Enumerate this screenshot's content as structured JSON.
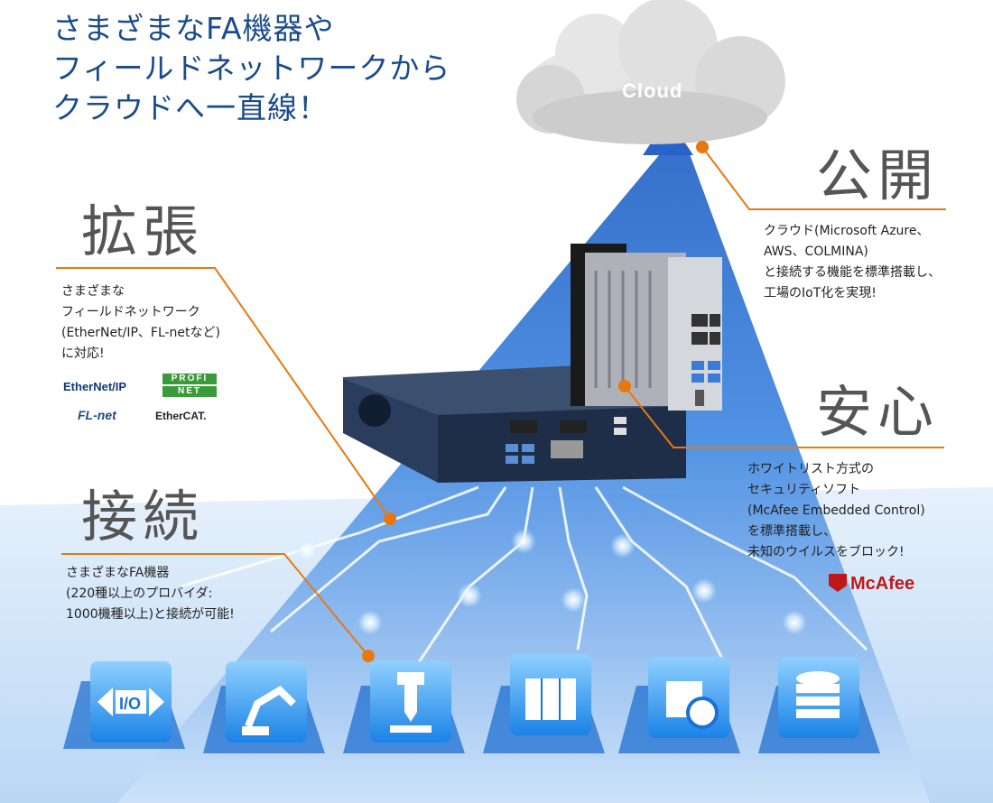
{
  "headline": {
    "line1": "さまざまなFA機器や",
    "line2": "フィールドネットワークから",
    "line3": "クラウドへ一直線！"
  },
  "cloud": {
    "label": "Cloud"
  },
  "sections": {
    "expand": {
      "title": "拡張",
      "lines": [
        "さまざまな",
        "フィールドネットワーク",
        "(EtherNet/IP、FL-netなど)",
        "に対応!"
      ]
    },
    "publish": {
      "title": "公開",
      "lines": [
        "クラウド(Microsoft Azure、",
        "AWS、COLMINA)",
        "と接続する機能を標準搭載し、",
        "工場のIoT化を実現!"
      ]
    },
    "safe": {
      "title": "安心",
      "lines": [
        "ホワイトリスト方式の",
        "セキュリティソフト",
        "(McAfee Embedded Control)",
        "を標準搭載し、",
        "未知のウイルスをブロック!"
      ]
    },
    "connect": {
      "title": "接続",
      "lines": [
        "さまざまなFA機器",
        "(220種以上のプロバイダ:",
        "1000機種以上)と接続が可能!"
      ]
    }
  },
  "logos": {
    "ethernetip": "EtherNet/IP",
    "profinet_top": "PROFI",
    "profinet_bottom": "NET",
    "flnet": "FL-net",
    "ethercat": "EtherCAT.",
    "mcafee": "McAfee"
  },
  "colors": {
    "accent_orange": "#e8780e",
    "headline_blue": "#1a4b8c",
    "beam_blue": "#2a6fd0",
    "tile_blue": "#3a8fe0"
  },
  "icons": [
    "io-converter-icon",
    "robot-arm-icon",
    "machine-tool-icon",
    "control-cabinet-icon",
    "camera-icon",
    "database-icon"
  ]
}
